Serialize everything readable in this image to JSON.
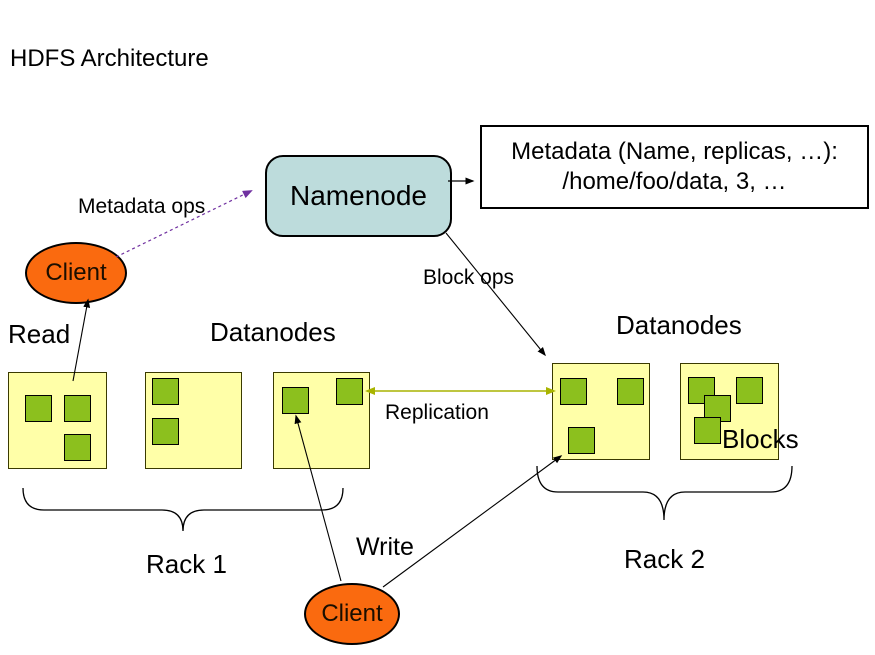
{
  "title": "HDFS Architecture",
  "nodes": {
    "namenode": {
      "label": "Namenode"
    },
    "metadata_box": {
      "line1": "Metadata (Name, replicas, …):",
      "line2": "/home/foo/data, 3, …"
    },
    "client_top": {
      "label": "Client"
    },
    "client_bottom": {
      "label": "Client"
    }
  },
  "labels": {
    "metadata_ops": "Metadata ops",
    "block_ops": "Block ops",
    "read": "Read",
    "write": "Write",
    "replication": "Replication",
    "datanodes_left": "Datanodes",
    "datanodes_right": "Datanodes",
    "blocks": "Blocks",
    "rack1": "Rack 1",
    "rack2": "Rack 2"
  },
  "colors": {
    "namenode_fill": "#bddcdc",
    "client_orange": "#fa6a0f",
    "box_yellow": "#ffffa8",
    "block_green": "#8cc01e",
    "replication_olive": "#a9b400",
    "metadata_ops_purple": "#7030a0",
    "line_black": "#000000"
  }
}
